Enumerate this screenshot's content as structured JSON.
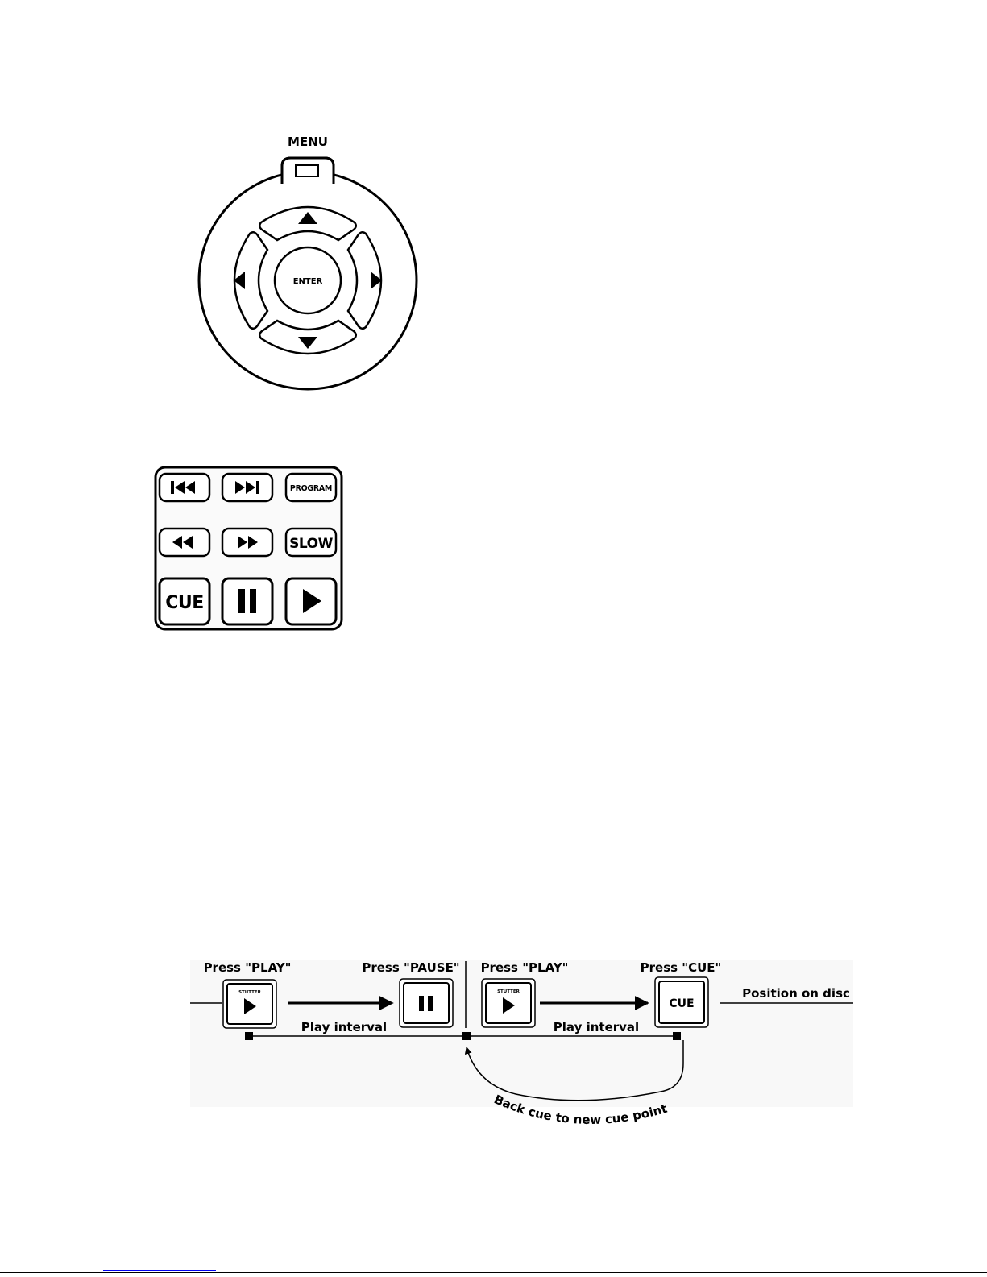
{
  "nav_pad": {
    "menu_label": "MENU",
    "enter_label": "ENTER"
  },
  "transport_panel": {
    "program_label": "PROGRAM",
    "slow_label": "SLOW",
    "cue_label": "CUE"
  },
  "cue_diagram": {
    "steps": [
      {
        "caption": "Press \"PLAY\"",
        "button_sublabel": "STUTTER"
      },
      {
        "caption": "Press \"PAUSE\""
      },
      {
        "caption": "Press \"PLAY\"",
        "button_sublabel": "STUTTER"
      },
      {
        "caption": "Press \"CUE\"",
        "button_label": "CUE"
      }
    ],
    "interval_labels": [
      "Play interval",
      "Play interval"
    ],
    "position_label": "Position on disc",
    "back_cue_label": "Back cue to new cue point"
  },
  "colors": {
    "ink": "#000000",
    "background": "#ffffff",
    "panel_fill": "#fafafa",
    "link": "#0000ee"
  }
}
